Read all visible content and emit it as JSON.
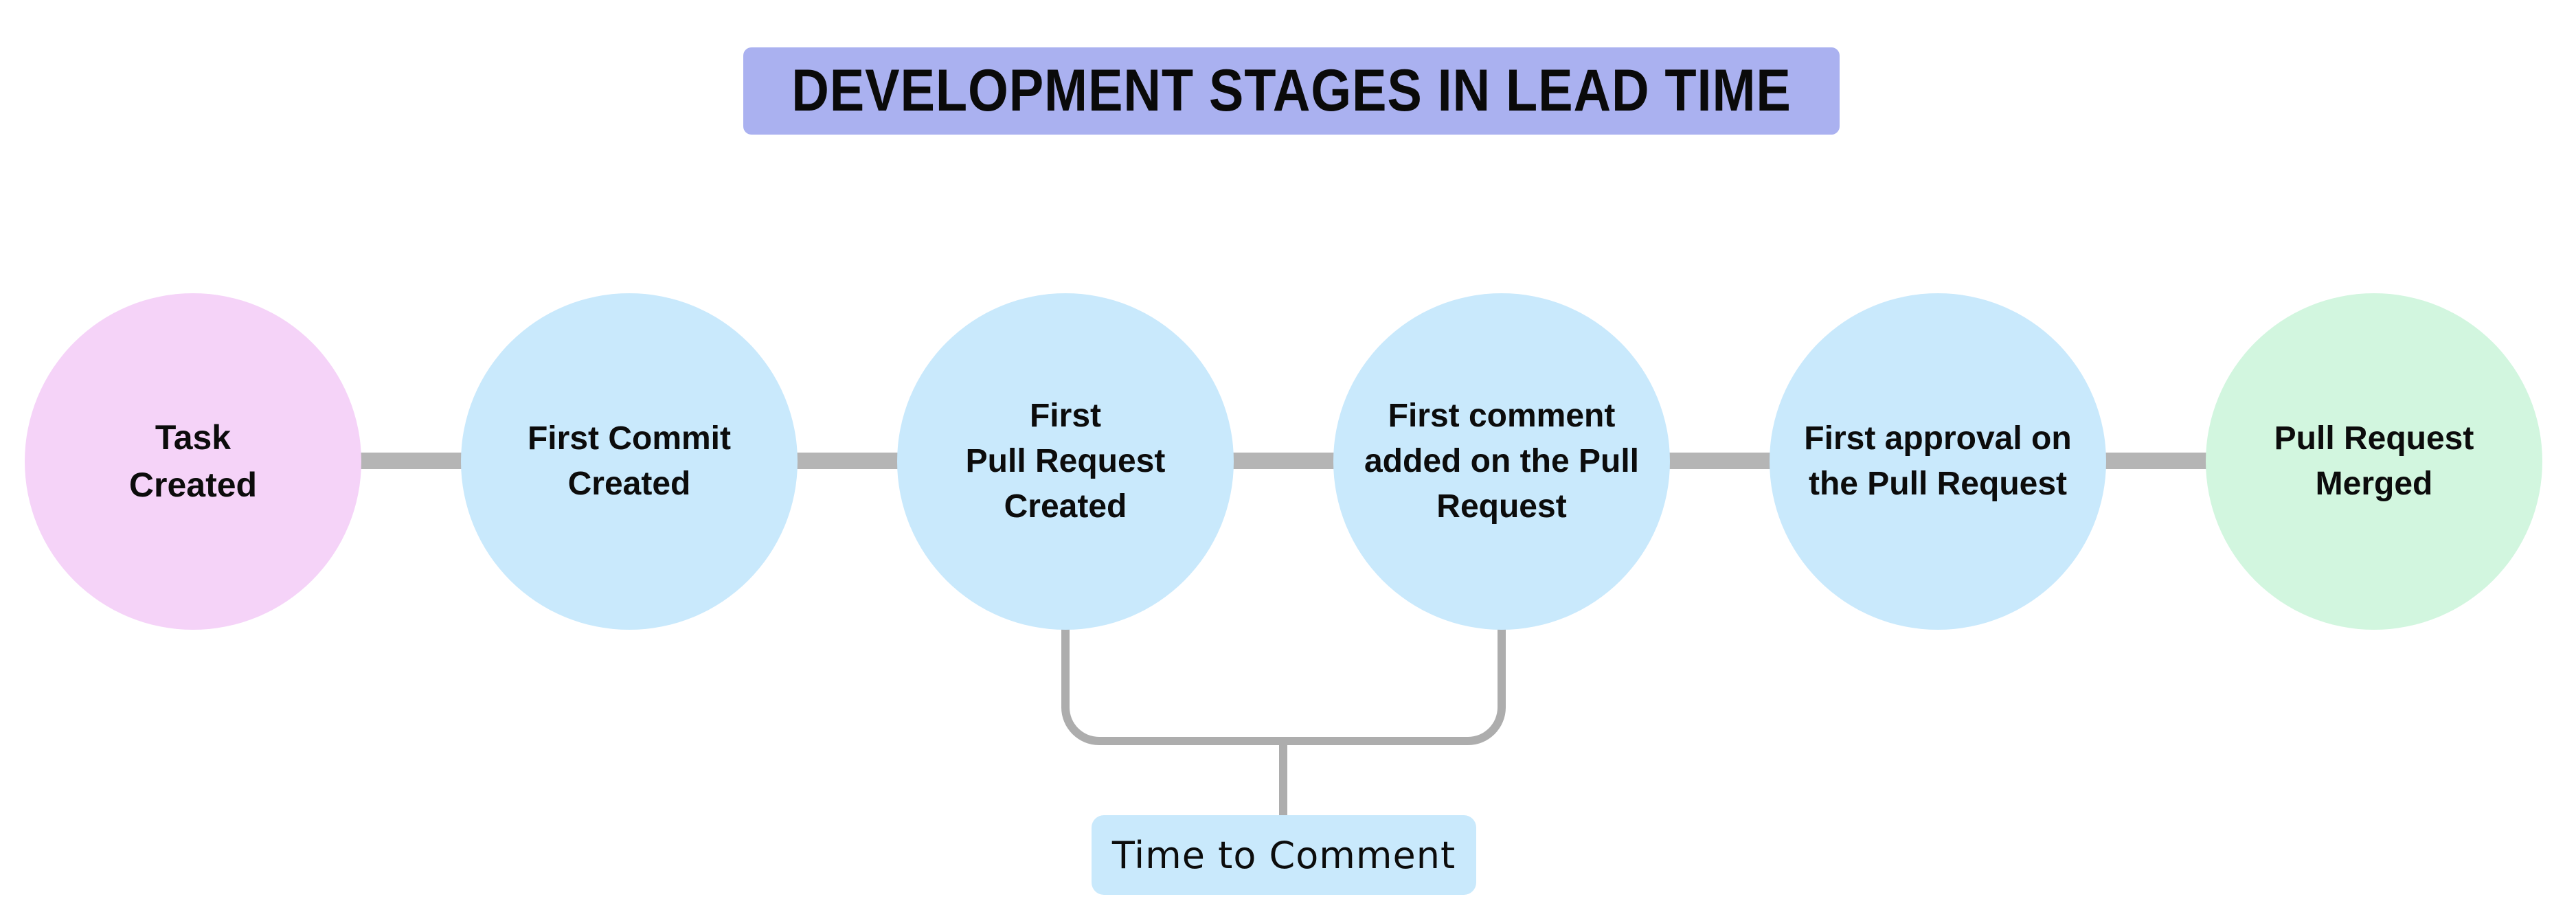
{
  "diagram": {
    "title": "DEVELOPMENT STAGES IN LEAD TIME",
    "stages": [
      {
        "label": "Task\nCreated",
        "color": "#f5d3f8"
      },
      {
        "label": "First Commit\nCreated",
        "color": "#c9e9fc"
      },
      {
        "label": "First\nPull Request\nCreated",
        "color": "#c9e9fc"
      },
      {
        "label": "First comment\nadded on the Pull\nRequest",
        "color": "#c9e9fc"
      },
      {
        "label": "First approval on\nthe Pull Request",
        "color": "#c9e9fc"
      },
      {
        "label": "Pull Request\nMerged",
        "color": "#d2f6df"
      }
    ],
    "annotation": {
      "label": "Time to Comment",
      "color": "#c9e9fc"
    },
    "colors": {
      "title_bg": "#aab1f0",
      "connector": "#b5b5b5",
      "bracket": "#adadad",
      "text": "#0c0c0c",
      "background": "#ffffff"
    }
  }
}
